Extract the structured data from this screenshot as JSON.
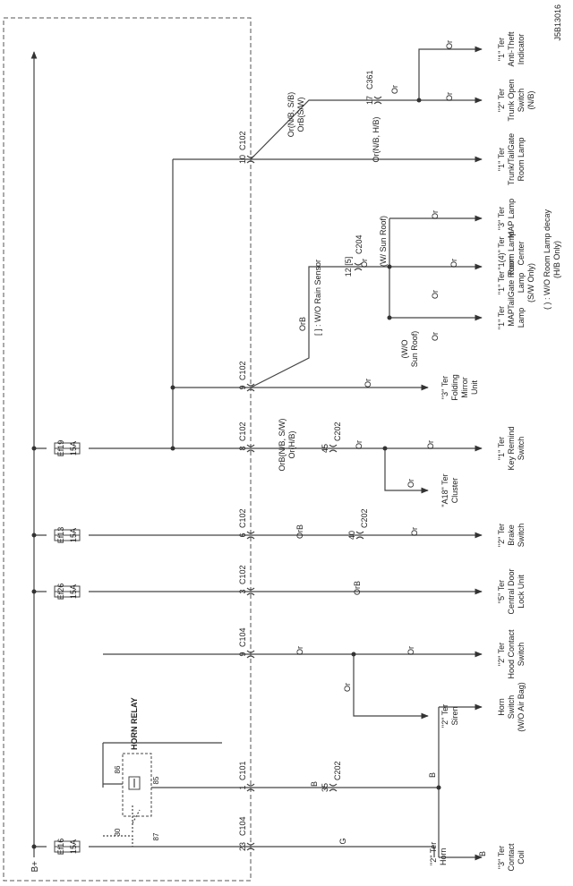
{
  "diagram": {
    "code": "J5B13016",
    "supply": "B+",
    "relay": {
      "name": "HORN RELAY",
      "pins": [
        "30",
        "86",
        "85",
        "87"
      ]
    },
    "fuses": [
      {
        "name": "Ef16",
        "rating": "15A"
      },
      {
        "name": "Ef26",
        "rating": "15A"
      },
      {
        "name": "Ef13",
        "rating": "15A"
      },
      {
        "name": "Ef19",
        "rating": "15A"
      }
    ],
    "connectors": [
      {
        "pin": "23",
        "conn": "C104"
      },
      {
        "pin": "1",
        "conn": "C101"
      },
      {
        "pin": "9",
        "conn": "C104"
      },
      {
        "pin": "3",
        "conn": "C102"
      },
      {
        "pin": "6",
        "conn": "C102"
      },
      {
        "pin": "8",
        "conn": "C102"
      },
      {
        "pin": "9",
        "conn": "C102"
      },
      {
        "pin": "10",
        "conn": "C102"
      },
      {
        "pin": "35",
        "conn": "C202"
      },
      {
        "pin": "40",
        "conn": "C202"
      },
      {
        "pin": "45",
        "conn": "C202"
      },
      {
        "pin": "12 [5]",
        "conn": "C204"
      },
      {
        "pin": "17",
        "conn": "C361"
      }
    ],
    "wire_colors": {
      "g": "G",
      "b": "B",
      "or": "Or",
      "orb": "OrB",
      "key_remind": "OrB(N/B, S/W)",
      "key_remind_2": "Or(H/B)",
      "trunk_1": "Or(N/B, S/B)",
      "trunk_2": "OrB(S/W)",
      "trunk_lamp": "Or(N/B, H/B)"
    },
    "notes": {
      "rain_sensor": "[ ] : W/O Rain Sensor",
      "sun_roof": "(W/ Sun Roof)",
      "no_sun_roof_1": "(W/O",
      "no_sun_roof_2": "Sun Roof)",
      "room_lamp_1": "( ) : W/O Room Lamp decay",
      "room_lamp_2": "(H/B Only)"
    },
    "components": {
      "horn": [
        "\"2\" Ter",
        "Horn"
      ],
      "contact_coil": [
        "\"3\" Ter",
        "Contact",
        "Coil"
      ],
      "horn_switch": [
        "Horn",
        "Switch",
        "(W/O Air Bag)"
      ],
      "siren": [
        "\"2\" Ter",
        "Siren"
      ],
      "hood_switch": [
        "\"2\" Ter",
        "Hood Contact",
        "Switch"
      ],
      "door_lock": [
        "\"5\" Ter",
        "Central Door",
        "Lock Unit"
      ],
      "brake": [
        "\"2\" Ter",
        "Brake",
        "Switch"
      ],
      "cluster": [
        "\"A18\" Ter",
        "Cluster"
      ],
      "key_remind": [
        "\"1\" Ter",
        "Key Remind",
        "Switch"
      ],
      "mirror": [
        "\"3\" Ter",
        "Folding",
        "Mirror",
        "Unit"
      ],
      "map_1": [
        "\"1\" Ter",
        "MAP",
        "Lamp"
      ],
      "tailgate_room": [
        "\"1\" Ter",
        "TailGate Room",
        "Lamp",
        "(S/W Only)"
      ],
      "room_center": [
        "\"1(4)\" Ter",
        "Room Lamp",
        "Center"
      ],
      "map_3": [
        "\"3\" Ter",
        "MAP Lamp"
      ],
      "trunk_room": [
        "\"1\" Ter",
        "Trunk/TailGate",
        "Room Lamp"
      ],
      "trunk_switch": [
        "\"2\" Ter",
        "Trunk Open",
        "Switch",
        "(N/B)"
      ],
      "anti_theft": [
        "\"1\" Ter",
        "Anti-Theft",
        "Indicator"
      ]
    }
  }
}
